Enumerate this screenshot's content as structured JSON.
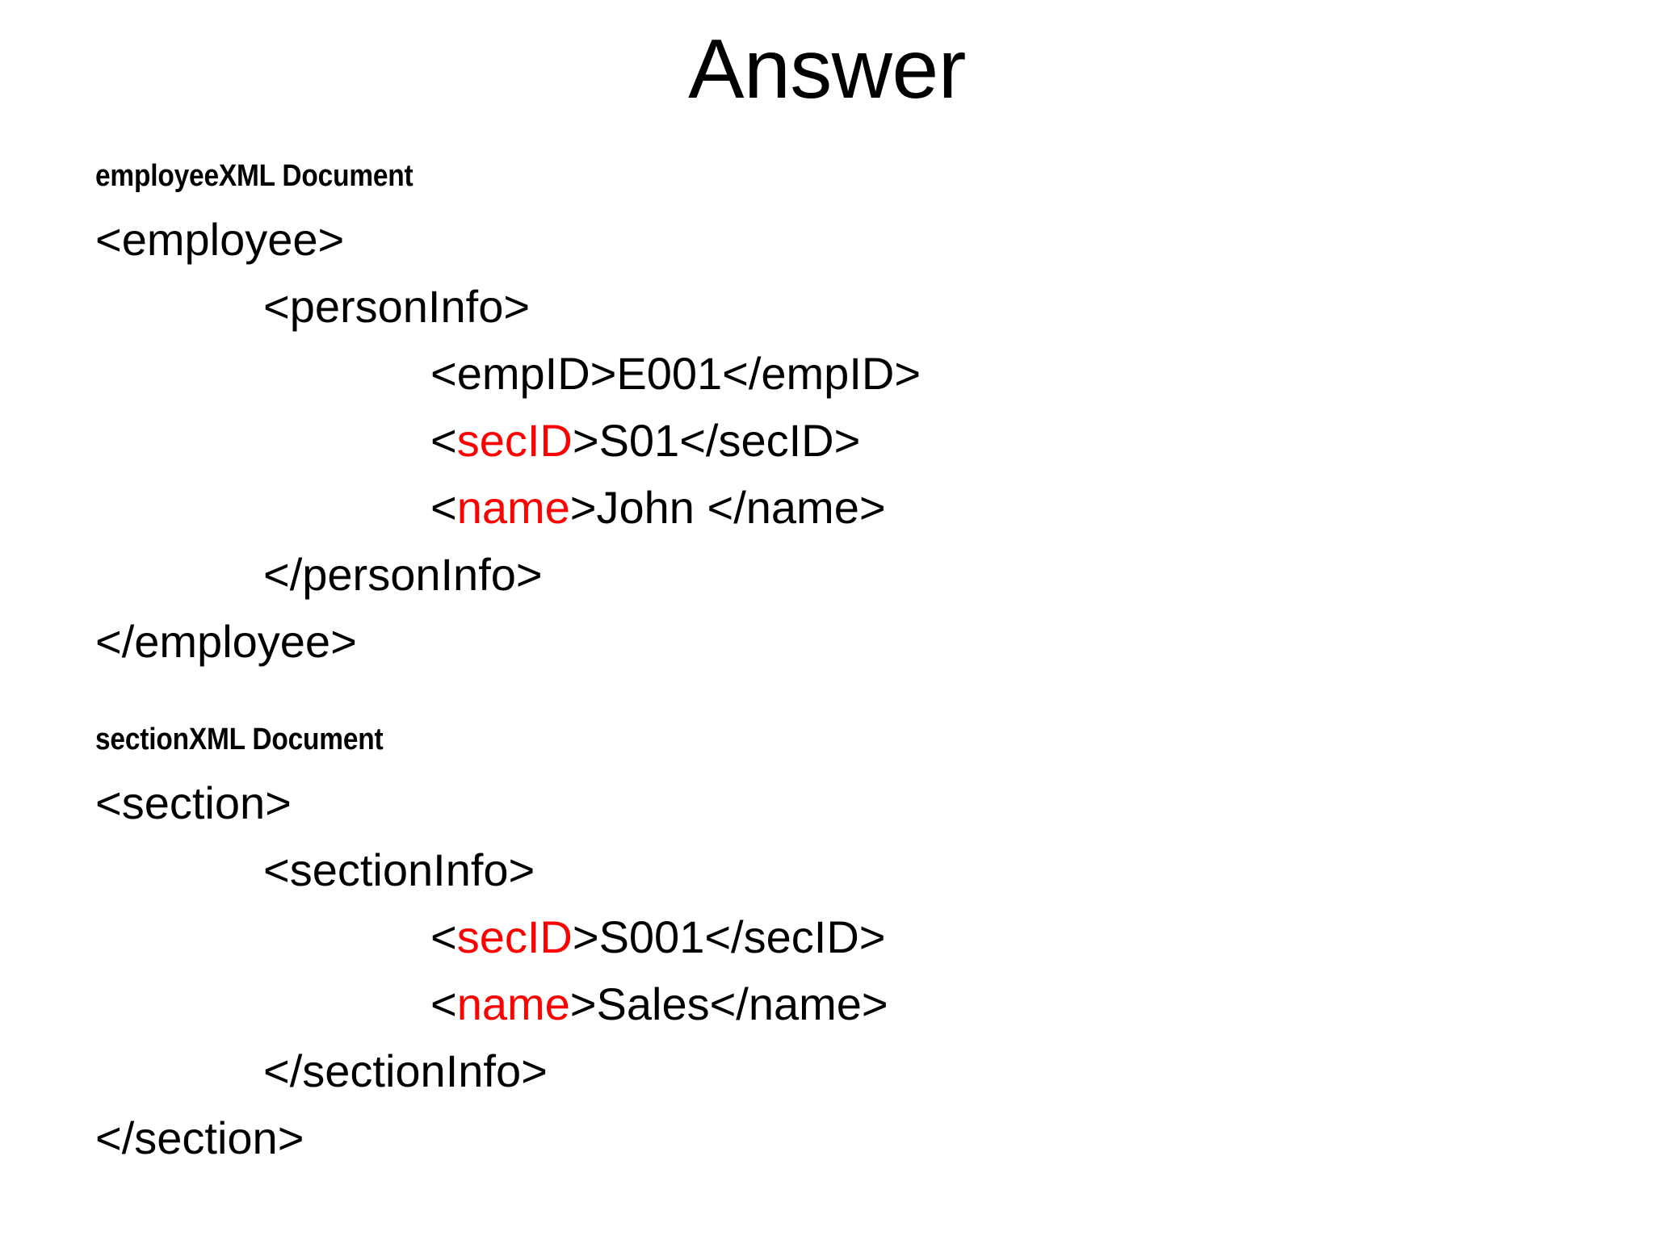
{
  "slide": {
    "title": "Answer",
    "background_color": "#FFFFFF",
    "text_color": "#000000",
    "highlight_color": "#FF0000"
  },
  "documents": [
    {
      "heading": "employeeXML Document",
      "lines": [
        {
          "indent": 0,
          "parts": [
            {
              "text": "<employee>",
              "color": "#000000"
            }
          ]
        },
        {
          "indent": 1,
          "parts": [
            {
              "text": "<personInfo>",
              "color": "#000000"
            }
          ]
        },
        {
          "indent": 2,
          "parts": [
            {
              "text": "<empID>E001</empID>",
              "color": "#000000"
            }
          ]
        },
        {
          "indent": 2,
          "parts": [
            {
              "text": "<",
              "color": "#000000"
            },
            {
              "text": "secID",
              "color": "#FF0000"
            },
            {
              "text": ">S01</secID>",
              "color": "#000000"
            }
          ]
        },
        {
          "indent": 2,
          "parts": [
            {
              "text": "<",
              "color": "#000000"
            },
            {
              "text": "name",
              "color": "#FF0000"
            },
            {
              "text": ">John </name>",
              "color": "#000000"
            }
          ]
        },
        {
          "indent": 1,
          "parts": [
            {
              "text": "</personInfo>",
              "color": "#000000"
            }
          ]
        },
        {
          "indent": 0,
          "parts": [
            {
              "text": "</employee>",
              "color": "#000000"
            }
          ]
        }
      ]
    },
    {
      "heading": "sectionXML Document",
      "lines": [
        {
          "indent": 0,
          "parts": [
            {
              "text": "<section>",
              "color": "#000000"
            }
          ]
        },
        {
          "indent": 1,
          "parts": [
            {
              "text": "<sectionInfo>",
              "color": "#000000"
            }
          ]
        },
        {
          "indent": 2,
          "parts": [
            {
              "text": "<",
              "color": "#000000"
            },
            {
              "text": "secID",
              "color": "#FF0000"
            },
            {
              "text": ">S001</secID>",
              "color": "#000000"
            }
          ]
        },
        {
          "indent": 2,
          "parts": [
            {
              "text": "<",
              "color": "#000000"
            },
            {
              "text": "name",
              "color": "#FF0000"
            },
            {
              "text": ">Sales</name>",
              "color": "#000000"
            }
          ]
        },
        {
          "indent": 1,
          "parts": [
            {
              "text": "</sectionInfo>",
              "color": "#000000"
            }
          ]
        },
        {
          "indent": 0,
          "parts": [
            {
              "text": "</section>",
              "color": "#000000"
            }
          ]
        }
      ]
    }
  ]
}
